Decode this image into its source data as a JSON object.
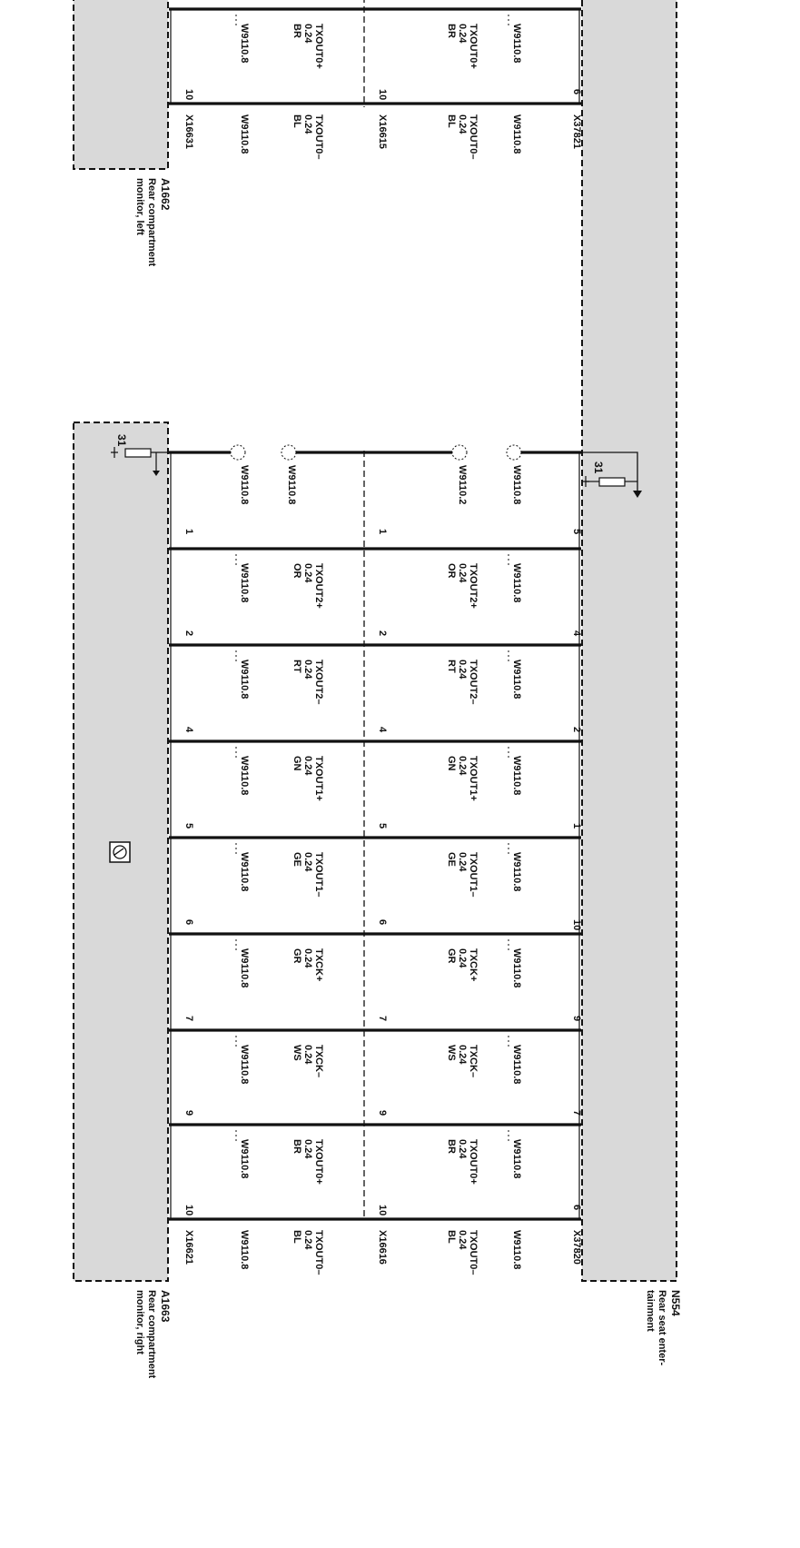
{
  "components": {
    "n554": {
      "id": "N554",
      "name_lines": [
        "Rear seat enter-",
        "tainment"
      ]
    },
    "a1662": {
      "id": "A1662",
      "name_lines": [
        "Rear compartment",
        "monitor, left"
      ]
    },
    "a1663": {
      "id": "A1663",
      "name_lines": [
        "Rear compartment",
        "monitor, right"
      ]
    }
  },
  "connectors": {
    "top_n554": "X37821",
    "top_mid": "X16615",
    "top_a1662": "X16631",
    "bot_n554": "X37820",
    "bot_mid": "X16616",
    "bot_a1663": "X16621"
  },
  "ground": {
    "label": "31"
  },
  "top_block": {
    "cells": [
      {
        "pin_n554": "6",
        "pin_mid": "10",
        "pin_mon": "10",
        "w_n554": "W9110.8",
        "w_mon": "W9110.8",
        "sig_n554": [
          "TXOUT0+",
          "0.24",
          "BR"
        ],
        "sig_mon": [
          "TXOUT0+",
          "0.24",
          "BR"
        ]
      }
    ],
    "tail": {
      "w_n554": "W9110.8",
      "w_mon": "W9110.8",
      "sig_n554": [
        "TXOUT0–",
        "0.24",
        "BL"
      ],
      "sig_mon": [
        "TXOUT0–",
        "0.24",
        "BL"
      ]
    }
  },
  "bottom_block": {
    "shield": {
      "pin_n554": "5",
      "pin_mid": "1",
      "pin_mon": "1",
      "w_n554": "W9110.8",
      "w_mid": "W9110.2",
      "w_mon_a": "W9110.8",
      "w_mon_b": "W9110.8"
    },
    "cells": [
      {
        "pin_n554": "4",
        "pin_mid": "2",
        "pin_mon": "2",
        "w_n554": "W9110.8",
        "w_mon": "W9110.8",
        "sig_n554": [
          "TXOUT2+",
          "0.24",
          "OR"
        ],
        "sig_mon": [
          "TXOUT2+",
          "0.24",
          "OR"
        ]
      },
      {
        "pin_n554": "2",
        "pin_mid": "4",
        "pin_mon": "4",
        "w_n554": "W9110.8",
        "w_mon": "W9110.8",
        "sig_n554": [
          "TXOUT2–",
          "0.24",
          "RT"
        ],
        "sig_mon": [
          "TXOUT2–",
          "0.24",
          "RT"
        ]
      },
      {
        "pin_n554": "1",
        "pin_mid": "5",
        "pin_mon": "5",
        "w_n554": "W9110.8",
        "w_mon": "W9110.8",
        "sig_n554": [
          "TXOUT1+",
          "0.24",
          "GN"
        ],
        "sig_mon": [
          "TXOUT1+",
          "0.24",
          "GN"
        ]
      },
      {
        "pin_n554": "10",
        "pin_mid": "6",
        "pin_mon": "6",
        "w_n554": "W9110.8",
        "w_mon": "W9110.8",
        "sig_n554": [
          "TXOUT1–",
          "0.24",
          "GE"
        ],
        "sig_mon": [
          "TXOUT1–",
          "0.24",
          "GE"
        ]
      },
      {
        "pin_n554": "9",
        "pin_mid": "7",
        "pin_mon": "7",
        "w_n554": "W9110.8",
        "w_mon": "W9110.8",
        "sig_n554": [
          "TXCK+",
          "0.24",
          "GR"
        ],
        "sig_mon": [
          "TXCK+",
          "0.24",
          "GR"
        ]
      },
      {
        "pin_n554": "7",
        "pin_mid": "9",
        "pin_mon": "9",
        "w_n554": "W9110.8",
        "w_mon": "W9110.8",
        "sig_n554": [
          "TXCK–",
          "0.24",
          "WS"
        ],
        "sig_mon": [
          "TXCK–",
          "0.24",
          "WS"
        ]
      },
      {
        "pin_n554": "6",
        "pin_mid": "10",
        "pin_mon": "10",
        "w_n554": "W9110.8",
        "w_mon": "W9110.8",
        "sig_n554": [
          "TXOUT0+",
          "0.24",
          "BR"
        ],
        "sig_mon": [
          "TXOUT0+",
          "0.24",
          "BR"
        ]
      }
    ],
    "tail": {
      "w_n554": "W9110.8",
      "w_mon": "W9110.8",
      "sig_n554": [
        "TXOUT0–",
        "0.24",
        "BL"
      ],
      "sig_mon": [
        "TXOUT0–",
        "0.24",
        "BL"
      ]
    }
  },
  "colors": {
    "component_fill": "#d9d9d9",
    "line": "#111111"
  }
}
